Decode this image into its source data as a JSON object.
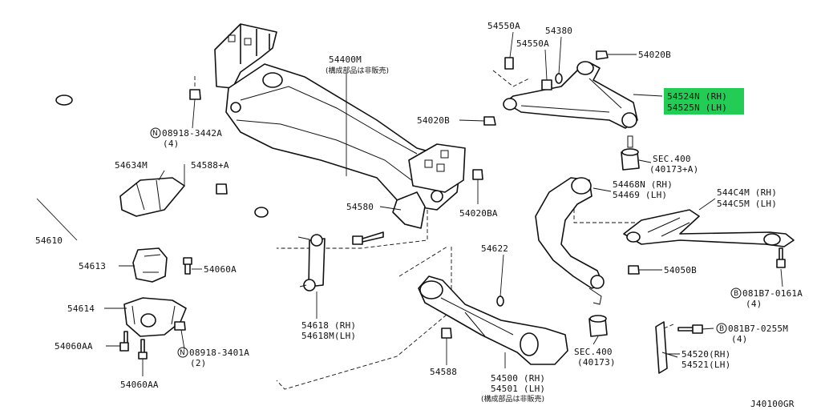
{
  "diagram_id": "J40100GR",
  "highlight_color": "#22cc55",
  "labels": {
    "p54550A_1": "54550A",
    "p54550A_2": "54550A",
    "p54380": "54380",
    "p54020B_top": "54020B",
    "p54524N": "54524N (RH)",
    "p54525N": "54525N (LH)",
    "p54020B_mid": "54020B",
    "p54400M": "54400M",
    "p54400M_note": "(構成部品は非販売)",
    "pN08918_3442A": "08918-3442A",
    "pN08918_3442A_qty": "(4)",
    "sec400_top": "SEC.400",
    "sec400_top_ref": "(40173+A)",
    "p54634M": "54634M",
    "p54588A": "54588+A",
    "p54468N": "54468N (RH)",
    "p54469": "54469 (LH)",
    "p544C4M": "544C4M (RH)",
    "p544C5M": "544C5M (LH)",
    "p54580": "54580",
    "p54020BA": "54020BA",
    "p54610": "54610",
    "p54613": "54613",
    "p54060A": "54060A",
    "p54622": "54622",
    "p54050B": "54050B",
    "pB081B7_0161A": "081B7-0161A",
    "pB081B7_0161A_qty": "(4)",
    "p54614": "54614",
    "p54618": "54618 (RH)",
    "p54618M": "54618M(LH)",
    "pB081B7_0255M": "081B7-0255M",
    "pB081B7_0255M_qty": "(4)",
    "p54060AA_1": "54060AA",
    "pN08918_3401A": "08918-3401A",
    "pN08918_3401A_qty": "(2)",
    "sec400_bot": "SEC.400",
    "sec400_bot_ref": "(40173)",
    "p54520": "54520(RH)",
    "p54521": "54521(LH)",
    "p54588": "54588",
    "p54500": "54500 (RH)",
    "p54501": "54501 (LH)",
    "p54500_note": "(構成部品は非販売)",
    "p54060AA_2": "54060AA",
    "circle_N": "N",
    "circle_B": "B"
  }
}
